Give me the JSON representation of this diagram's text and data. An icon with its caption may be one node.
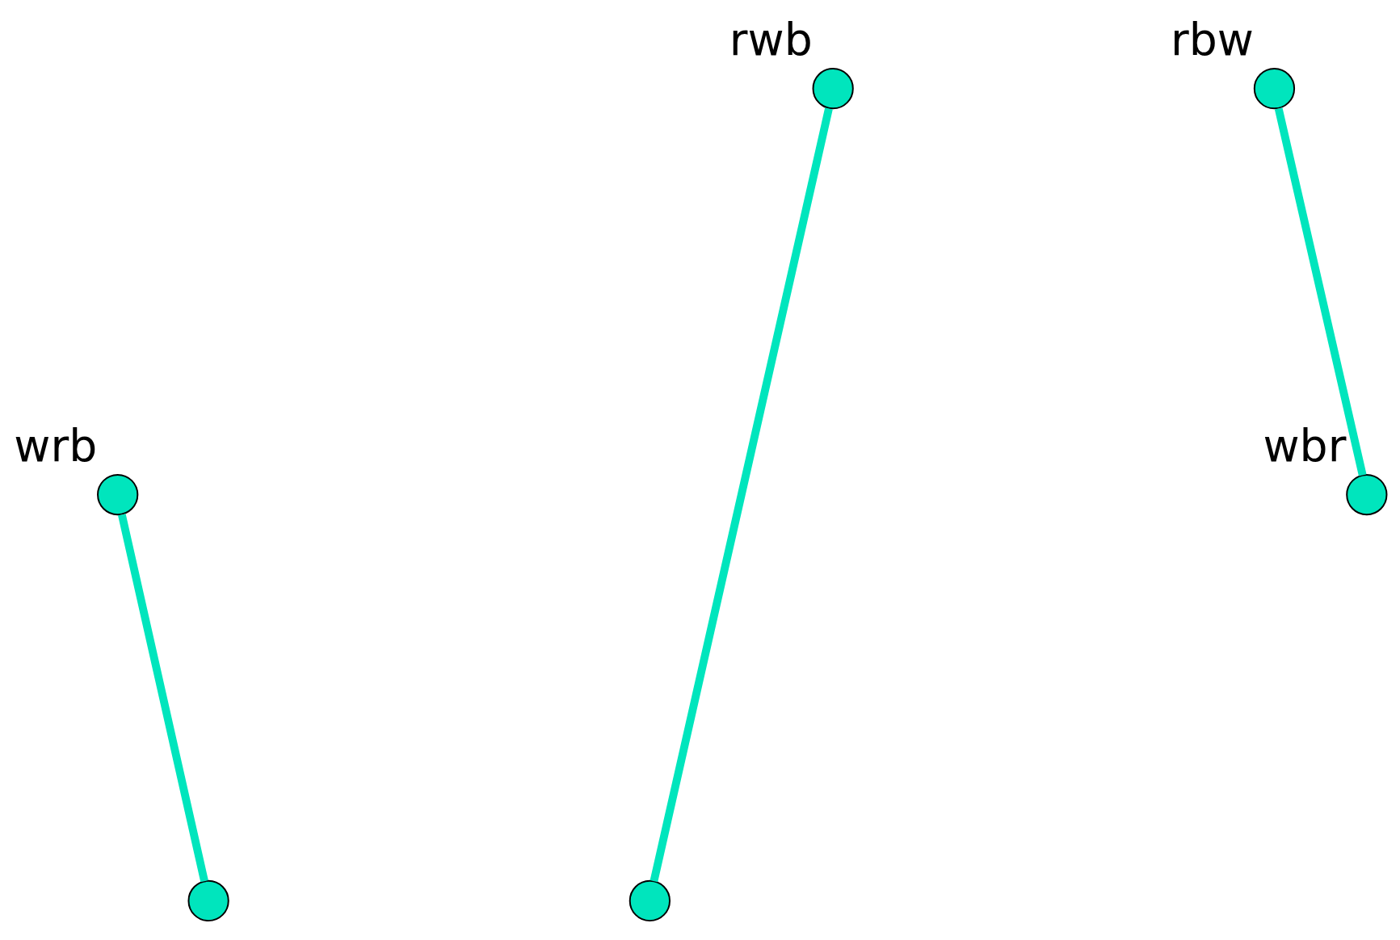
{
  "diagram": {
    "nodes": [
      {
        "text": [],
        "shape": "circle",
        "beside": [
          "rwb"
        ]
      },
      {
        "text": [],
        "shape": "circle",
        "beside": [
          "rbw"
        ]
      },
      {
        "text": [],
        "shape": "circle",
        "beside": [
          "wrb"
        ]
      },
      {
        "text": [],
        "shape": "circle",
        "beside": [
          "wbr"
        ]
      },
      {
        "text": [],
        "shape": "circle"
      },
      {
        "text": [],
        "shape": "circle"
      }
    ],
    "edges": [
      {
        "from": 0,
        "to": 5,
        "arrow": "none"
      },
      {
        "from": 1,
        "to": 3,
        "arrow": "none"
      },
      {
        "from": 2,
        "to": 4,
        "arrow": "none"
      }
    ]
  }
}
